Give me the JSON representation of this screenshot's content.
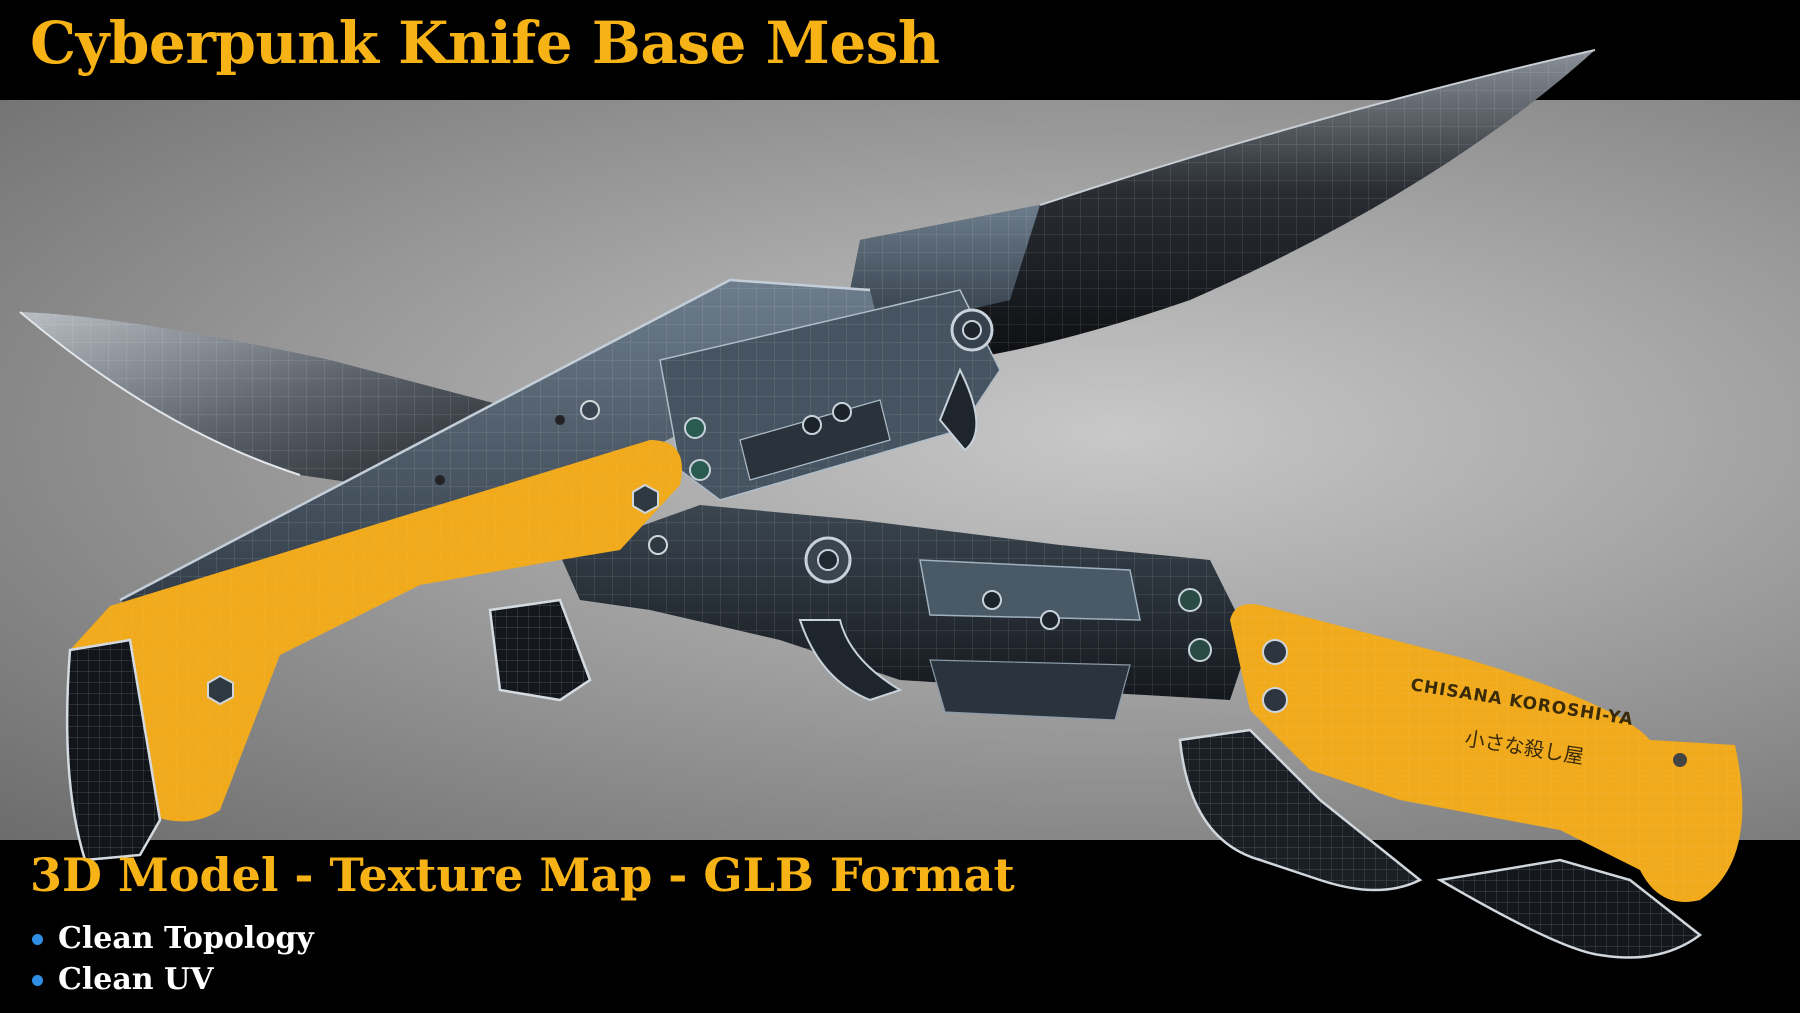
{
  "title": "Cyberpunk Knife Base Mesh",
  "subtitle": "3D Model - Texture Map - GLB Format",
  "features": [
    "Clean Topology",
    "Clean UV"
  ],
  "handle_engraving": {
    "brand": "CHISANA KOROSHI-YA",
    "japanese": "小さな殺し屋"
  },
  "colors": {
    "accent": "#f7b316",
    "handle": "#f0aa1c",
    "bullet": "#2f8fe6",
    "background": "#000000"
  }
}
